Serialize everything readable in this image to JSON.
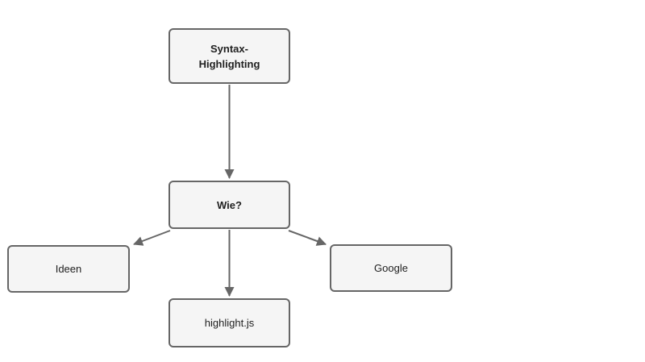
{
  "diagram": {
    "title": "Syntax-Highlighting brainstorm flowchart",
    "colors": {
      "background": "#ffffff",
      "node_fill": "#f5f5f5",
      "node_border": "#666666",
      "edge": "#666666",
      "text": "#1f1f1f"
    },
    "nodes": {
      "syntax_highlighting": {
        "label": "Syntax-Highlighting",
        "label_lines": [
          "Syntax-",
          "Highlighting"
        ],
        "bold": true
      },
      "wie": {
        "label": "Wie?",
        "bold": true
      },
      "ideen": {
        "label": "Ideen",
        "bold": false
      },
      "highlight_js": {
        "label": "highlight.js",
        "bold": false
      },
      "google": {
        "label": "Google",
        "bold": false
      }
    },
    "edges": [
      {
        "from": "syntax_highlighting",
        "to": "wie"
      },
      {
        "from": "wie",
        "to": "ideen"
      },
      {
        "from": "wie",
        "to": "highlight_js"
      },
      {
        "from": "wie",
        "to": "google"
      }
    ]
  }
}
